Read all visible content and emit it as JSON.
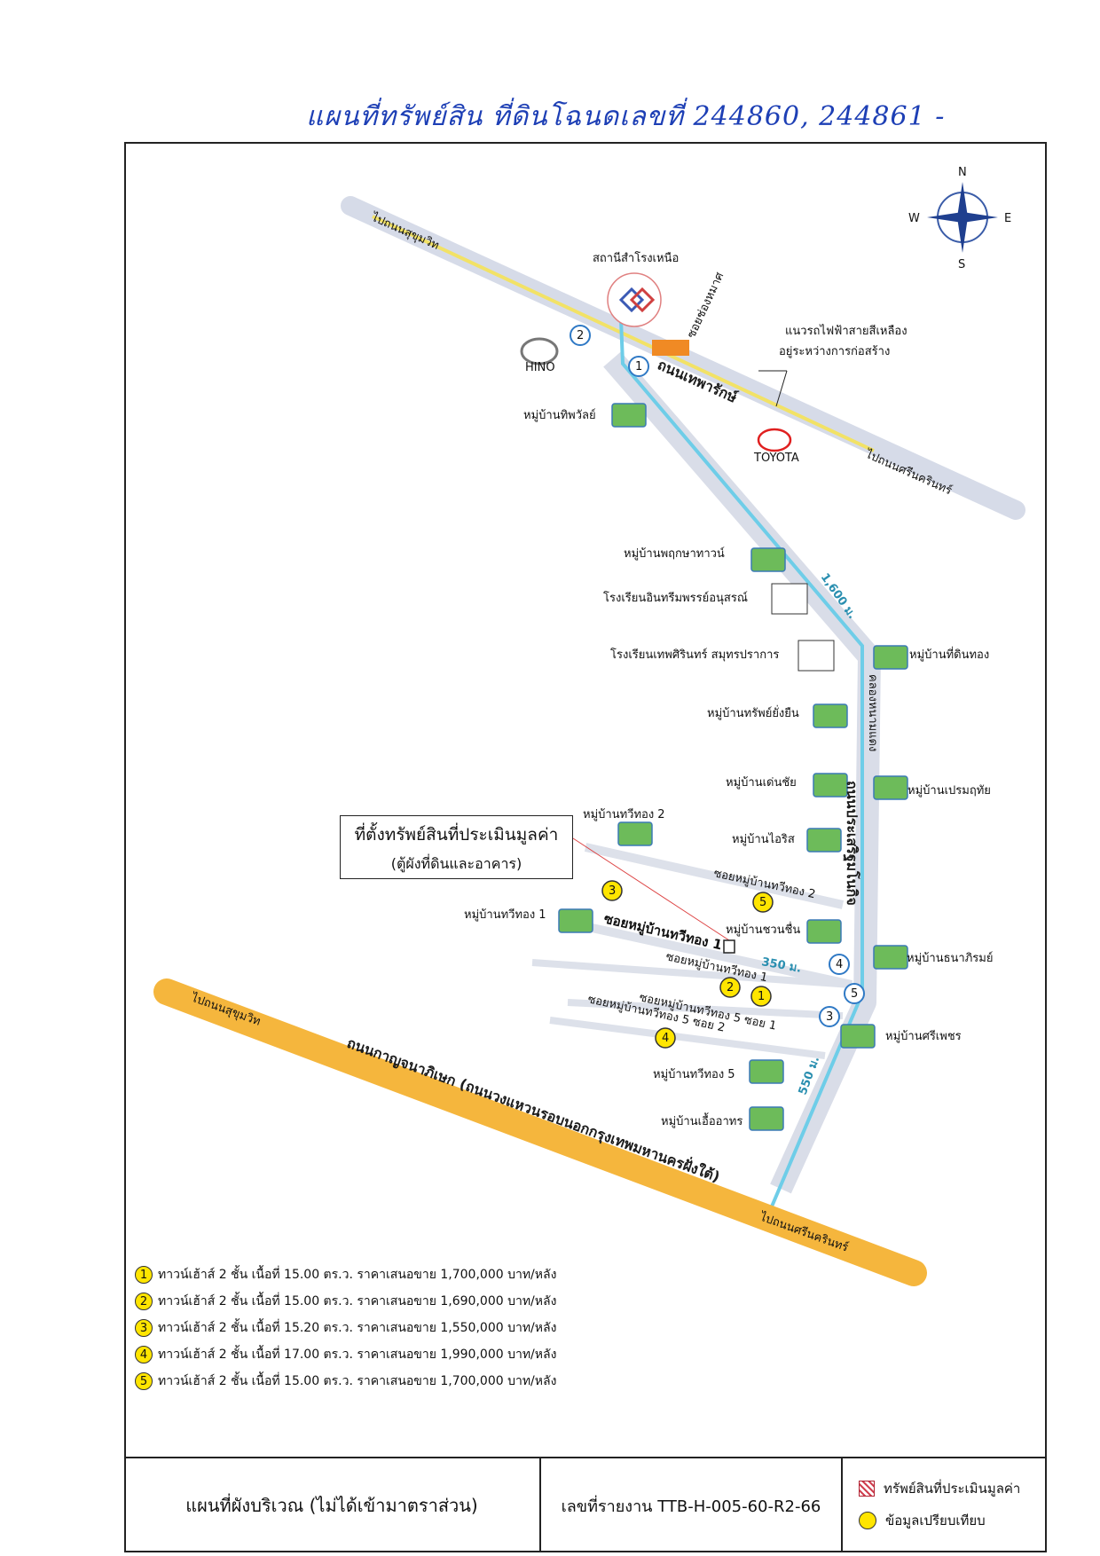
{
  "handwritten_title": "แผนที่ทรัพย์สิน ที่ดินโฉนดเลขที่ 244860, 244861 -",
  "compass": {
    "n": "N",
    "e": "E",
    "s": "S",
    "w": "W"
  },
  "places": {
    "to_sukhumvit_top": "ไปถนนสุขุมวิท",
    "station": "สถานีสำโรงเหนือ",
    "soi_chong_kho": "ซอยช่องหมาศ",
    "yellow_line_1": "แนวรถไฟฟ้าสายสีเหลือง",
    "yellow_line_2": "อยู่ระหว่างการก่อสร้าง",
    "thepharak_rd": "ถนนเทพารักษ์",
    "mb_thipwan": "หมู่บ้านทิพวัลย์",
    "toyota": "TOYOTA",
    "hino": "HINO",
    "to_srinakarin_top": "ไปถนนศรีนครินทร์",
    "mb_pruksa": "หมู่บ้านพฤกษาทาวน์",
    "school_1": "โรงเรียนอินทรีมพรรย์อนุสรณ์",
    "school_2": "โรงเรียนเทพศิรินทร์ สมุทรปราการ",
    "mb_thitinthong": "หมู่บ้านที่ดินทอง",
    "klong": "คลองหนามแดง",
    "mb_sap_yang_yuen": "หมู่บ้านทรัพย์ยั่งยืน",
    "mb_den_chai": "หมู่บ้านเด่นชัย",
    "mb_prem_ruethai": "หมู่บ้านเปรมฤทัย",
    "mb_iris": "หมู่บ้านไอริส",
    "prasert_rd": "ถนนประเสริฐมโนกิจ",
    "mb_thaweethong_2": "หมู่บ้านทวีทอง 2",
    "soi_mb_thaweethong_2": "ซอยหมู่บ้านทวีทอง 2",
    "mb_thaweethong_1": "หมู่บ้านทวีทอง 1",
    "soi_mb_thaweethong_1_bold": "ซอยหมู่บ้านทวีทอง 1",
    "soi_mb_thaweethong_1": "ซอยหมู่บ้านทวีทอง 1",
    "mb_chuan_chuen": "หมู่บ้านชวนชื่น",
    "mb_thana_phirom": "หมู่บ้านธนาภิรมย์",
    "soi_tt5_soi1": "ซอยหมู่บ้านทวีทอง 5 ซอย 1",
    "soi_tt5_soi2": "ซอยหมู่บ้านทวีทอง 5 ซอย 2",
    "mb_sri_phet": "หมู่บ้านศรีเพชร",
    "mb_thaweethong_5": "หมู่บ้านทวีทอง 5",
    "mb_ue_arthorn": "หมู่บ้านเอื้ออาทร",
    "to_sukhumvit_bottom": "ไปถนนสุขุมวิท",
    "kanchana_rd": "ถนนกาญจนาภิเษก (ถนนวงแหวนรอบนอกกรุงเทพมหานครฝั่งใต้)",
    "to_srinakarin_bottom": "ไปถนนศรีนครินทร์",
    "dist_1600": "1,600 ม.",
    "dist_350": "350 ม.",
    "dist_550": "550 ม."
  },
  "location_box": {
    "title": "ที่ตั้งทรัพย์สินที่ประเมินมูลค่า",
    "sub": "(ตู้ผังที่ดินและอาคาร)"
  },
  "comparables": [
    {
      "num": "1",
      "text": "ทาวน์เฮ้าส์ 2 ชั้น เนื้อที่ 15.00 ตร.ว. ราคาเสนอขาย 1,700,000 บาท/หลัง"
    },
    {
      "num": "2",
      "text": "ทาวน์เฮ้าส์ 2 ชั้น เนื้อที่ 15.00 ตร.ว. ราคาเสนอขาย 1,690,000 บาท/หลัง"
    },
    {
      "num": "3",
      "text": "ทาวน์เฮ้าส์ 2 ชั้น เนื้อที่ 15.20 ตร.ว. ราคาเสนอขาย 1,550,000 บาท/หลัง"
    },
    {
      "num": "4",
      "text": "ทาวน์เฮ้าส์ 2 ชั้น เนื้อที่ 17.00 ตร.ว. ราคาเสนอขาย 1,990,000 บาท/หลัง"
    },
    {
      "num": "5",
      "text": "ทาวน์เฮ้าส์ 2 ชั้น เนื้อที่ 15.00 ตร.ว. ราคาเสนอขาย 1,700,000 บาท/หลัง"
    }
  ],
  "footer": {
    "left": "แผนที่ผังบริเวณ (ไม่ได้เข้ามาตราส่วน)",
    "mid": "เลขที่รายงาน TTB-H-005-60-R2-66",
    "legend_property": "ทรัพย์สินที่ประเมินมูลค่า",
    "legend_compare": "ข้อมูลเปรียบเทียบ"
  },
  "colors": {
    "main_road": "#f5b63d",
    "soi_road": "#d9dde8",
    "canal": "#6ecde8",
    "marker": "#ffe500",
    "ink": "#1d3fb5"
  }
}
